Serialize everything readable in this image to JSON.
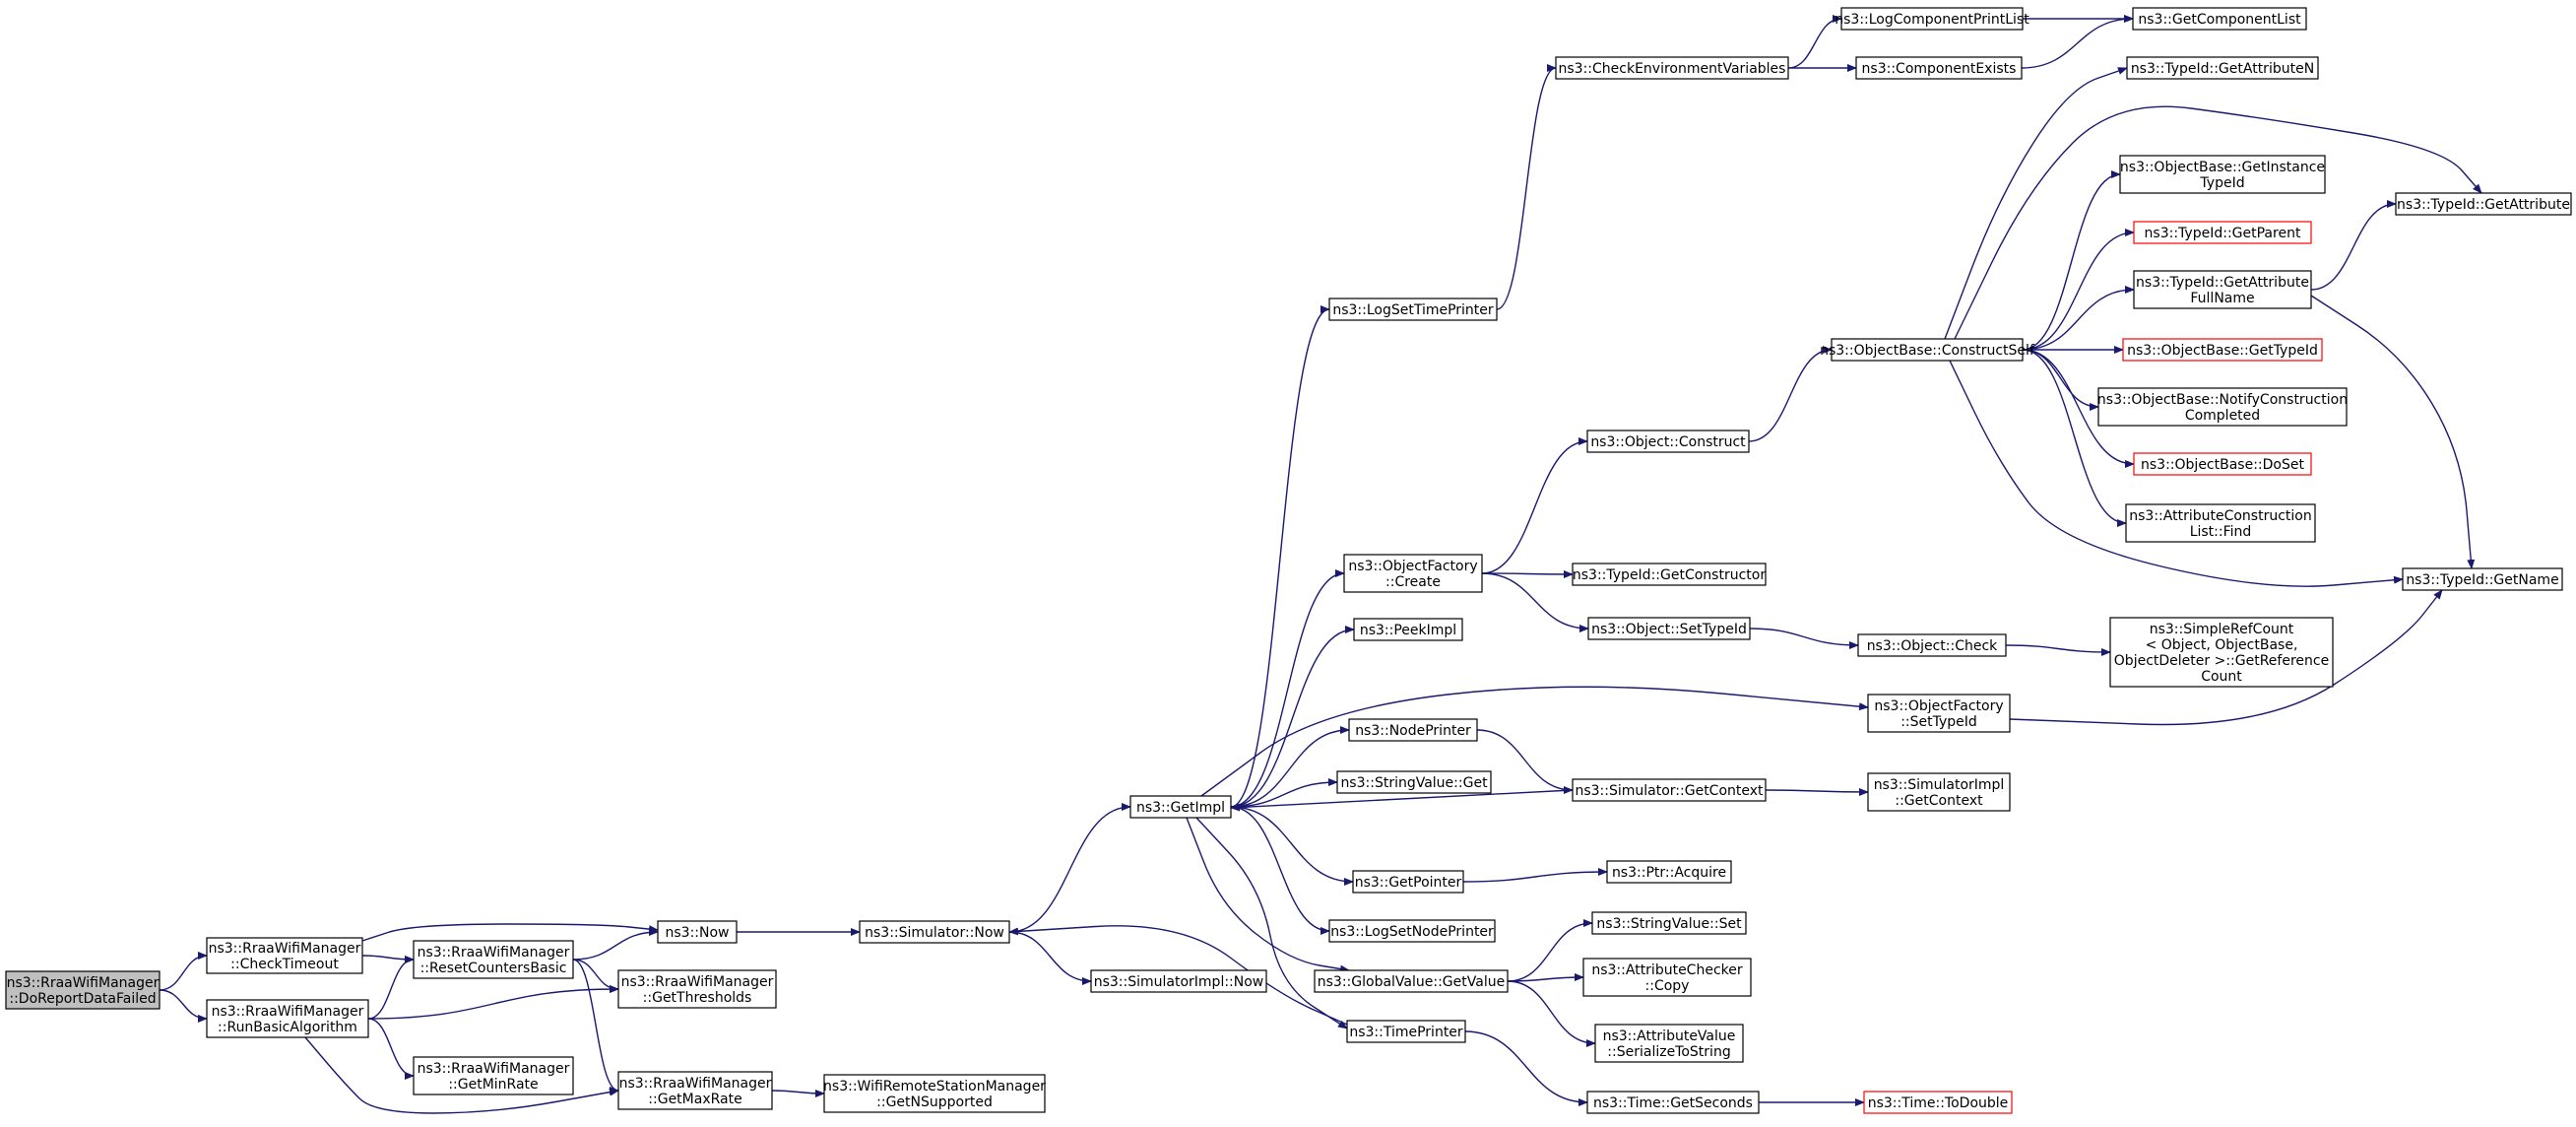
{
  "colors": {
    "edge": "#191970",
    "border": "#000000",
    "border_incomplete": "#ff0000",
    "root_fill": "#bfbfbf",
    "node_fill": "#ffffff"
  },
  "nodes": [
    {
      "id": "doreport",
      "lines": [
        "ns3::RraaWifiManager",
        "::DoReportDataFailed"
      ],
      "root": true
    },
    {
      "id": "checktimeout",
      "lines": [
        "ns3::RraaWifiManager",
        "::CheckTimeout"
      ]
    },
    {
      "id": "runbasic",
      "lines": [
        "ns3::RraaWifiManager",
        "::RunBasicAlgorithm"
      ]
    },
    {
      "id": "resetcounters",
      "lines": [
        "ns3::RraaWifiManager",
        "::ResetCountersBasic"
      ]
    },
    {
      "id": "getminrate",
      "lines": [
        "ns3::RraaWifiManager",
        "::GetMinRate"
      ]
    },
    {
      "id": "now",
      "lines": [
        "ns3::Now"
      ]
    },
    {
      "id": "getthresholds",
      "lines": [
        "ns3::RraaWifiManager",
        "::GetThresholds"
      ]
    },
    {
      "id": "getmaxrate",
      "lines": [
        "ns3::RraaWifiManager",
        "::GetMaxRate"
      ]
    },
    {
      "id": "simnow",
      "lines": [
        "ns3::Simulator::Now"
      ]
    },
    {
      "id": "getnsupported",
      "lines": [
        "ns3::WifiRemoteStationManager",
        "::GetNSupported"
      ]
    },
    {
      "id": "simimplnow",
      "lines": [
        "ns3::SimulatorImpl::Now"
      ]
    },
    {
      "id": "getimpl",
      "lines": [
        "ns3::GetImpl"
      ]
    },
    {
      "id": "logsettimeprinter",
      "lines": [
        "ns3::LogSetTimePrinter"
      ]
    },
    {
      "id": "objfactorycreate",
      "lines": [
        "ns3::ObjectFactory",
        "::Create"
      ]
    },
    {
      "id": "peekimpl",
      "lines": [
        "ns3::PeekImpl"
      ]
    },
    {
      "id": "nodeprinter",
      "lines": [
        "ns3::NodePrinter"
      ]
    },
    {
      "id": "stringvalueget",
      "lines": [
        "ns3::StringValue::Get"
      ]
    },
    {
      "id": "getpointer",
      "lines": [
        "ns3::GetPointer"
      ]
    },
    {
      "id": "logsetnodeprinter",
      "lines": [
        "ns3::LogSetNodePrinter"
      ]
    },
    {
      "id": "globalvalueget",
      "lines": [
        "ns3::GlobalValue::GetValue"
      ]
    },
    {
      "id": "timeprinter",
      "lines": [
        "ns3::TimePrinter"
      ]
    },
    {
      "id": "checkenv",
      "lines": [
        "ns3::CheckEnvironmentVariables"
      ]
    },
    {
      "id": "objconstruct",
      "lines": [
        "ns3::Object::Construct"
      ]
    },
    {
      "id": "typeidgetconstructor",
      "lines": [
        "ns3::TypeId::GetConstructor"
      ]
    },
    {
      "id": "objsettypeid",
      "lines": [
        "ns3::Object::SetTypeId"
      ]
    },
    {
      "id": "simgetcontext",
      "lines": [
        "ns3::Simulator::GetContext"
      ]
    },
    {
      "id": "ptracquire",
      "lines": [
        "ns3::Ptr::Acquire"
      ]
    },
    {
      "id": "stringvalueset",
      "lines": [
        "ns3::StringValue::Set"
      ]
    },
    {
      "id": "attrcheckercopy",
      "lines": [
        "ns3::AttributeChecker",
        "::Copy"
      ]
    },
    {
      "id": "attrvalueserialize",
      "lines": [
        "ns3::AttributeValue",
        "::SerializeToString"
      ]
    },
    {
      "id": "timegetseconds",
      "lines": [
        "ns3::Time::GetSeconds"
      ]
    },
    {
      "id": "logcomponentprintlist",
      "lines": [
        "ns3::LogComponentPrintList"
      ]
    },
    {
      "id": "componentexists",
      "lines": [
        "ns3::ComponentExists"
      ]
    },
    {
      "id": "objbaseconstructself",
      "lines": [
        "ns3::ObjectBase::ConstructSelf"
      ]
    },
    {
      "id": "objcheck",
      "lines": [
        "ns3::Object::Check"
      ]
    },
    {
      "id": "objfactorysettypeid",
      "lines": [
        "ns3::ObjectFactory",
        "::SetTypeId"
      ]
    },
    {
      "id": "simimplgetcontext",
      "lines": [
        "ns3::SimulatorImpl",
        "::GetContext"
      ]
    },
    {
      "id": "timetodouble",
      "lines": [
        "ns3::Time::ToDouble"
      ],
      "incomplete": true
    },
    {
      "id": "getcomponentlist",
      "lines": [
        "ns3::GetComponentList"
      ]
    },
    {
      "id": "typeidgetattributen",
      "lines": [
        "ns3::TypeId::GetAttributeN"
      ]
    },
    {
      "id": "objbasegetinstancetypeid",
      "lines": [
        "ns3::ObjectBase::GetInstance",
        "TypeId"
      ]
    },
    {
      "id": "typeidgetparent",
      "lines": [
        "ns3::TypeId::GetParent"
      ],
      "incomplete": true
    },
    {
      "id": "typeidgetattributefullname",
      "lines": [
        "ns3::TypeId::GetAttribute",
        "FullName"
      ]
    },
    {
      "id": "objbasegettypeid",
      "lines": [
        "ns3::ObjectBase::GetTypeId"
      ],
      "incomplete": true
    },
    {
      "id": "objbasenotify",
      "lines": [
        "ns3::ObjectBase::NotifyConstruction",
        "Completed"
      ]
    },
    {
      "id": "objbasedoset",
      "lines": [
        "ns3::ObjectBase::DoSet"
      ],
      "incomplete": true
    },
    {
      "id": "attrconstructionlistfind",
      "lines": [
        "ns3::AttributeConstruction",
        "List::Find"
      ]
    },
    {
      "id": "simplerefcount",
      "lines": [
        "ns3::SimpleRefCount",
        "< Object, ObjectBase,",
        "ObjectDeleter >::GetReference",
        "Count"
      ]
    },
    {
      "id": "typeidgetattribute",
      "lines": [
        "ns3::TypeId::GetAttribute"
      ]
    },
    {
      "id": "typeidgetname",
      "lines": [
        "ns3::TypeId::GetName"
      ]
    }
  ],
  "edges": [
    [
      "doreport",
      "checktimeout"
    ],
    [
      "doreport",
      "runbasic"
    ],
    [
      "checktimeout",
      "resetcounters"
    ],
    [
      "checktimeout",
      "now"
    ],
    [
      "runbasic",
      "resetcounters"
    ],
    [
      "runbasic",
      "getminrate"
    ],
    [
      "runbasic",
      "getthresholds"
    ],
    [
      "runbasic",
      "getmaxrate"
    ],
    [
      "resetcounters",
      "now"
    ],
    [
      "resetcounters",
      "getthresholds"
    ],
    [
      "resetcounters",
      "getmaxrate"
    ],
    [
      "now",
      "simnow"
    ],
    [
      "getmaxrate",
      "getnsupported"
    ],
    [
      "simnow",
      "getimpl"
    ],
    [
      "simnow",
      "simimplnow"
    ],
    [
      "getimpl",
      "logsettimeprinter"
    ],
    [
      "getimpl",
      "objfactorycreate"
    ],
    [
      "getimpl",
      "peekimpl"
    ],
    [
      "getimpl",
      "objfactorysettypeid"
    ],
    [
      "getimpl",
      "nodeprinter"
    ],
    [
      "getimpl",
      "stringvalueget"
    ],
    [
      "getimpl",
      "getpointer"
    ],
    [
      "getimpl",
      "logsetnodeprinter"
    ],
    [
      "getimpl",
      "globalvalueget"
    ],
    [
      "getimpl",
      "timeprinter"
    ],
    [
      "timeprinter",
      "simnow"
    ],
    [
      "simgetcontext",
      "getimpl"
    ],
    [
      "logsettimeprinter",
      "checkenv"
    ],
    [
      "checkenv",
      "logcomponentprintlist"
    ],
    [
      "checkenv",
      "componentexists"
    ],
    [
      "logcomponentprintlist",
      "getcomponentlist"
    ],
    [
      "componentexists",
      "getcomponentlist"
    ],
    [
      "objfactorycreate",
      "objconstruct"
    ],
    [
      "objfactorycreate",
      "typeidgetconstructor"
    ],
    [
      "objfactorycreate",
      "objsettypeid"
    ],
    [
      "objconstruct",
      "objbaseconstructself"
    ],
    [
      "objbaseconstructself",
      "typeidgetattributen"
    ],
    [
      "objbaseconstructself",
      "typeidgetattribute"
    ],
    [
      "objbaseconstructself",
      "objbasegetinstancetypeid"
    ],
    [
      "objbaseconstructself",
      "typeidgetparent"
    ],
    [
      "objbaseconstructself",
      "typeidgetattributefullname"
    ],
    [
      "objbaseconstructself",
      "objbasegettypeid"
    ],
    [
      "objbaseconstructself",
      "objbasenotify"
    ],
    [
      "objbaseconstructself",
      "objbasedoset"
    ],
    [
      "objbaseconstructself",
      "attrconstructionlistfind"
    ],
    [
      "objbaseconstructself",
      "typeidgetname"
    ],
    [
      "typeidgetattributefullname",
      "typeidgetattribute"
    ],
    [
      "typeidgetattributefullname",
      "typeidgetname"
    ],
    [
      "objsettypeid",
      "objcheck"
    ],
    [
      "objcheck",
      "simplerefcount"
    ],
    [
      "objfactorysettypeid",
      "typeidgetname"
    ],
    [
      "nodeprinter",
      "simgetcontext"
    ],
    [
      "simgetcontext",
      "simimplgetcontext"
    ],
    [
      "getpointer",
      "ptracquire"
    ],
    [
      "globalvalueget",
      "stringvalueset"
    ],
    [
      "globalvalueget",
      "attrcheckercopy"
    ],
    [
      "globalvalueget",
      "attrvalueserialize"
    ],
    [
      "timeprinter",
      "timegetseconds"
    ],
    [
      "timegetseconds",
      "timetodouble"
    ]
  ]
}
